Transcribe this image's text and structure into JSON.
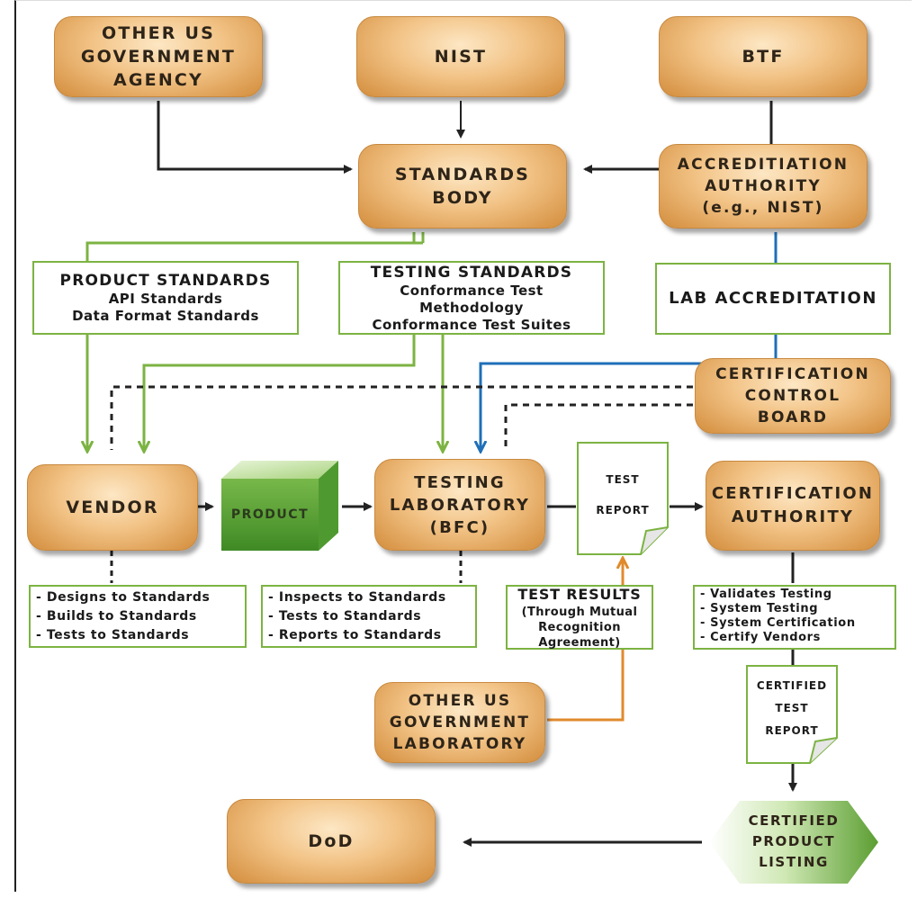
{
  "nodes": {
    "other_us_agency": "OTHER US\nGOVERNMENT\nAGENCY",
    "nist": "NIST",
    "btf": "BTF",
    "standards_body": "STANDARDS\nBODY",
    "accreditation_authority": "ACCREDITIATION\nAUTHORITY\n(e.g., NIST)",
    "certification_control_board": "CERTIFICATION\nCONTROL\nBOARD",
    "vendor": "VENDOR",
    "product": "PRODUCT",
    "testing_laboratory": "TESTING\nLABORATORY\n(BFC)",
    "certification_authority": "CERTIFICATION\nAUTHORITY",
    "other_us_laboratory": "OTHER US\nGOVERNMENT\nLABORATORY",
    "dod": "DoD",
    "certified_product_listing": "CERTIFIED\nPRODUCT\nLISTING"
  },
  "panels": {
    "product_standards": {
      "heading": "PRODUCT STANDARDS",
      "lines": [
        "API Standards",
        "Data Format Standards"
      ]
    },
    "testing_standards": {
      "heading": "TESTING STANDARDS",
      "lines": [
        "Conformance Test",
        "Methodology",
        "Conformance Test Suites"
      ]
    },
    "lab_accreditation": {
      "heading": "LAB ACCREDITATION"
    },
    "test_results": {
      "heading": "TEST RESULTS",
      "lines": [
        "(Through Mutual",
        "Recognition",
        "Agreement)"
      ]
    }
  },
  "lists": {
    "vendor": [
      "- Designs to Standards",
      "- Builds to Standards",
      "- Tests to Standards"
    ],
    "lab": [
      "- Inspects to Standards",
      "- Tests to Standards",
      "- Reports to Standards"
    ],
    "cert": [
      "- Validates Testing",
      "- System Testing",
      "- System Certification",
      "- Certify Vendors"
    ]
  },
  "documents": {
    "test_report": "TEST\nREPORT",
    "certified_test_report": "CERTIFIED\nTEST\nREPORT"
  },
  "colors": {
    "node_fill": "#f2c386",
    "green_edge": "#7cb342",
    "blue_edge": "#1f6fb8",
    "orange_edge": "#e08a2c",
    "black_edge": "#222222",
    "product_green": "#5b9e32"
  }
}
